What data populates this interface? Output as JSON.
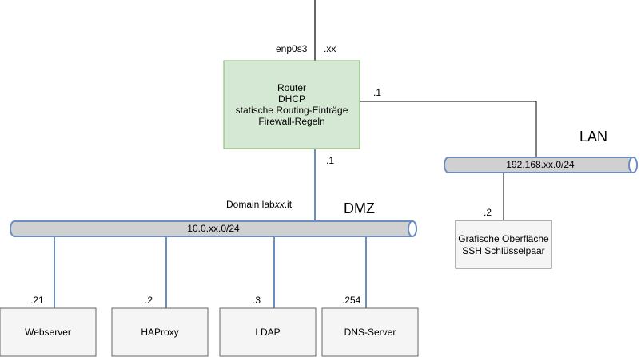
{
  "router": {
    "lines": [
      "Router",
      "DHCP",
      "statische Routing-Einträge",
      "Firewall-Regeln"
    ],
    "uplink_interface": "enp0s3",
    "uplink_addr": ".xx",
    "lan_addr": ".1",
    "dmz_addr": ".1"
  },
  "dmz": {
    "name": "DMZ",
    "subnet": "10.0.xx.0/24",
    "domain_prefix": "Domain lab",
    "domain_var": "xx",
    "domain_suffix": ".it"
  },
  "lan": {
    "name": "LAN",
    "subnet": "192.168.xx.0/24"
  },
  "hosts": [
    {
      "label": "Webserver",
      "addr": ".21"
    },
    {
      "label": "HAProxy",
      "addr": ".2"
    },
    {
      "label": "LDAP",
      "addr": ".3"
    },
    {
      "label": "DNS-Server",
      "addr": ".254"
    }
  ],
  "lan_host": {
    "lines": [
      "Grafische Oberfläche",
      "SSH Schlüsselpaar"
    ],
    "addr": ".2"
  },
  "colors": {
    "router_fill": "#d5e8d4",
    "router_stroke": "#82b366",
    "bus_fill": "#d0d0d0",
    "link_blue": "#6c8ebf",
    "box_fill": "#f5f5f5",
    "box_stroke": "#666666"
  }
}
